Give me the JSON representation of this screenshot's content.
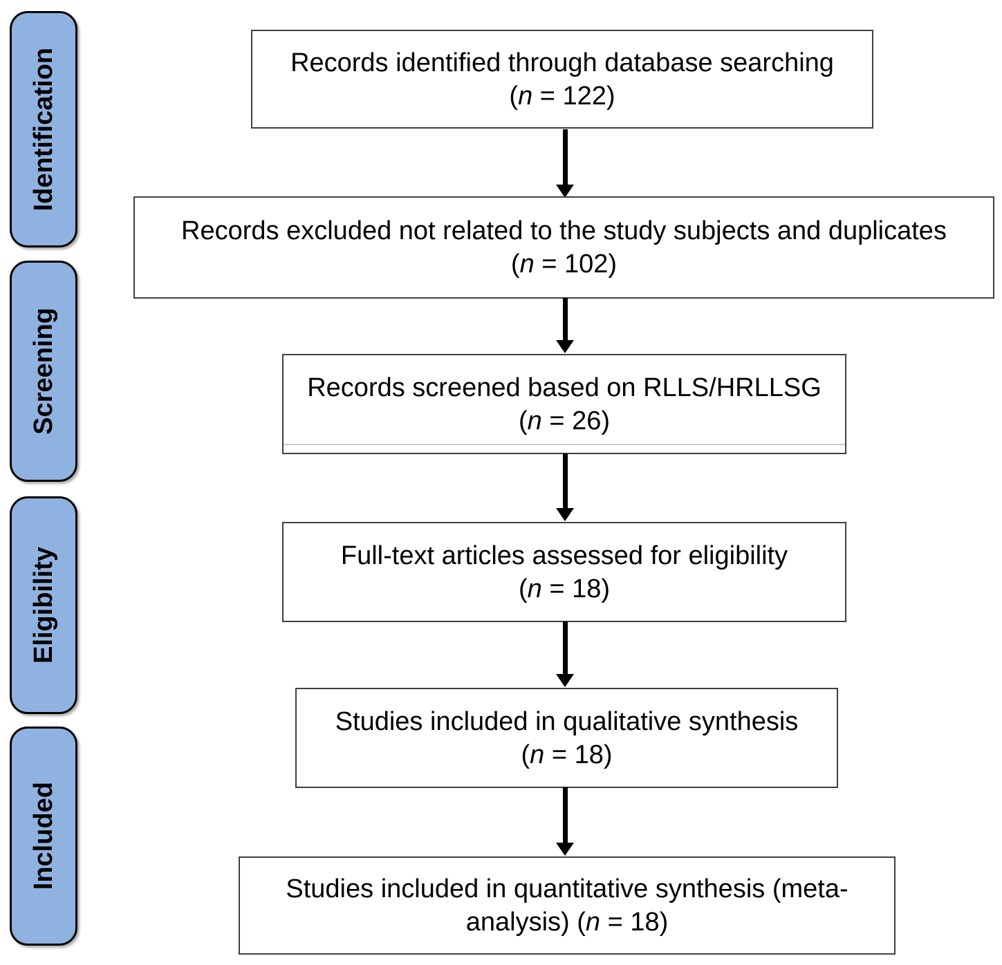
{
  "stages": [
    {
      "label": "Identification"
    },
    {
      "label": "Screening"
    },
    {
      "label": "Eligibility"
    },
    {
      "label": "Included"
    }
  ],
  "format": {
    "open_paren": "(",
    "n_symbol": "n",
    "equals": " = ",
    "close_paren": ")"
  },
  "boxes": [
    {
      "line1": "Records identified through database searching",
      "line2_prefix": "",
      "count": "122"
    },
    {
      "line1": "Records excluded not related to the study subjects and duplicates",
      "line2_prefix": "",
      "count": "102"
    },
    {
      "line1": "Records screened based on RLLS/HRLLSG",
      "line2_prefix": "",
      "count": "26"
    },
    {
      "line1": "Full-text articles assessed for eligibility",
      "line2_prefix": "",
      "count": "18"
    },
    {
      "line1": "Studies included in qualitative synthesis",
      "line2_prefix": "",
      "count": "18"
    },
    {
      "line1": "Studies included in quantitative synthesis (meta-",
      "line2_prefix": "analysis) ",
      "count": "18"
    }
  ],
  "colors": {
    "stage_fill": "#90B2E0",
    "stage_border": "#000000",
    "flow_box_border": "#3F3F3F",
    "arrow": "#000000",
    "background": "#FFFFFF"
  }
}
